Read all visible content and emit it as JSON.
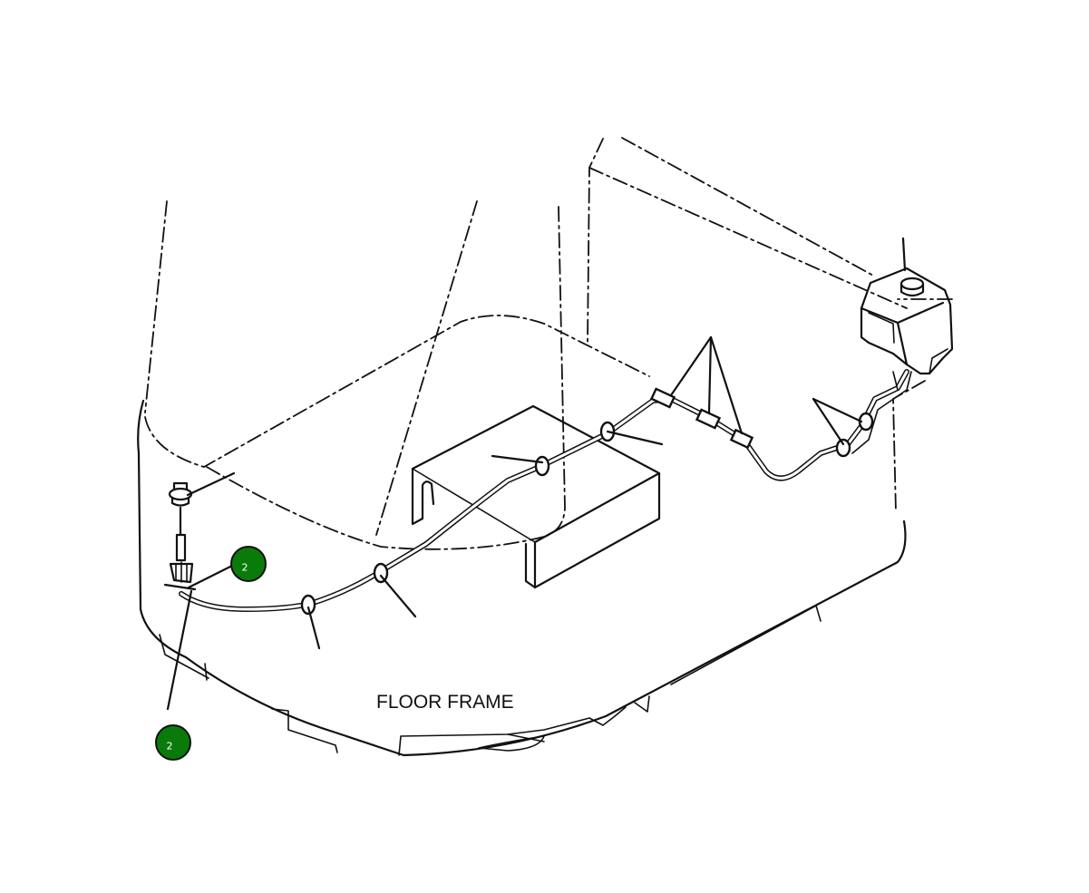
{
  "labels": {
    "floor_frame": "FLOOR FRAME"
  },
  "callouts": [
    {
      "number": "2"
    },
    {
      "number": "2"
    }
  ],
  "colors": {
    "callout_fill": "#0a7a0a",
    "line": "#111111",
    "background": "#ffffff"
  }
}
